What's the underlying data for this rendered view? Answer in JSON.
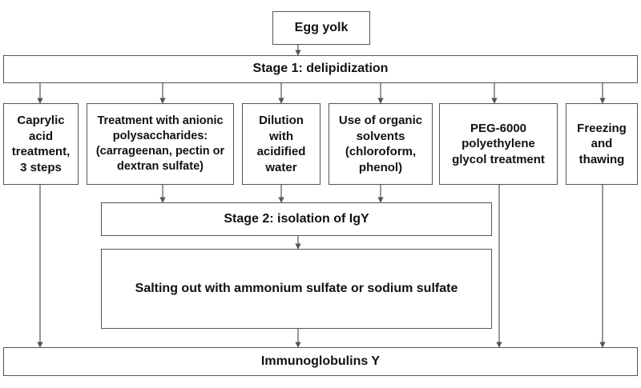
{
  "diagram": {
    "egg_yolk": "Egg yolk",
    "stage1": "Stage 1: delipidization",
    "methods": [
      "Caprylic\nacid\ntreatment,\n3 steps",
      "Treatment with anionic\npolysaccharides:\n(carrageenan, pectin or\ndextran sulfate)",
      "Dilution\nwith\nacidified\nwater",
      "Use of organic\nsolvents\n(chloroform,\nphenol)",
      "PEG-6000\npolyethylene\nglycol treatment",
      "Freezing\nand\nthawing"
    ],
    "stage2": "Stage 2: isolation of IgY",
    "salting": "Salting out with ammonium sulfate or sodium sulfate",
    "result": "Immunoglobulins Y"
  },
  "colors": {
    "border": "#555555",
    "arrow": "#555555",
    "text": "#111111"
  }
}
